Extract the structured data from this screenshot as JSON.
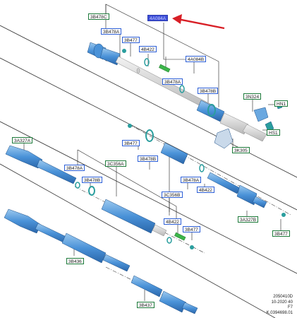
{
  "diagram": {
    "labels": {
      "l_3B478C": "3B478C",
      "l_4A084A": "4A084A",
      "l_3B478A_1": "3B478A",
      "l_3B477_1": "3B477",
      "l_4B422_1": "4B422",
      "l_4A084B": "4A084B",
      "l_3B478A_2": "3B478A",
      "l_3B478B_1": "3B478B",
      "l_3N324": "3N324",
      "l_HN1": "HN1",
      "l_HS1": "HS1",
      "l_3K305": "3K305",
      "l_3A327A": "3A327A",
      "l_3B477_2": "3B477",
      "l_3B478B_2": "3B478B",
      "l_3B478A_3": "3B478A",
      "l_3C356A": "3C356A",
      "l_3B478B_3": "3B478B",
      "l_3B478A_4": "3B478A",
      "l_4B422_2": "4B422",
      "l_3C356B": "3C356B",
      "l_3A327B": "3A327B",
      "l_3B477_3": "3B477",
      "l_4B422_3": "4B422",
      "l_3B477_4": "3B477",
      "l_3B436": "3B436",
      "l_3B437": "3B437"
    },
    "footer": {
      "line1": "2050410D",
      "line2": "10-2020 40",
      "line3": "F7",
      "line4": "K.0394698.01"
    },
    "colors": {
      "part_blue": "#4a92d8",
      "ring_teal": "#2a9e9e",
      "highlight_arrow": "#d81f26",
      "selected_label": "#3e4fd8",
      "clip_green": "#3cb54a"
    }
  }
}
